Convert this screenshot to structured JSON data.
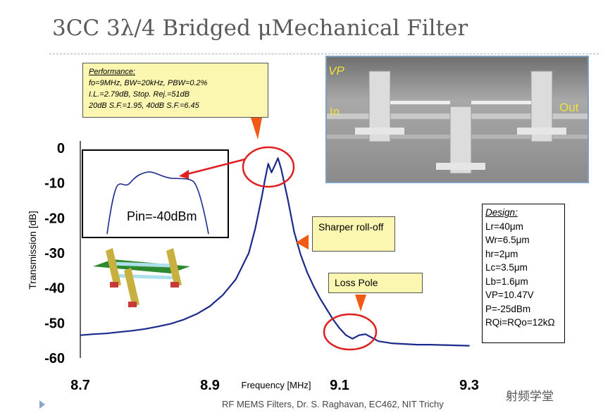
{
  "slide": {
    "title": "3CC 3λ/4 Bridged μMechanical Filter",
    "footer": "RF MEMS Filters, Dr. S. Raghavan, EC462, NIT Trichy",
    "watermark": "射频学堂"
  },
  "performance": {
    "heading": "Performance:",
    "line1": "fo=9MHz, BW=20kHz, PBW=0.2%",
    "line2": "I.L.=2.79dB, Stop. Rej.=51dB",
    "line3": "20dB S.F.=1.95, 40dB S.F.=6.45"
  },
  "annotations": {
    "sharper": "Sharper roll-off",
    "loss_pole": "Loss Pole"
  },
  "inset": {
    "label": "Pin=-40dBm"
  },
  "sem_image": {
    "label_vp": "VP",
    "label_in": "In",
    "label_out": "Out"
  },
  "design": {
    "heading": "Design:",
    "lines": [
      "Lr=40μm",
      "Wr=6.5μm",
      "hr=2μm",
      "Lc=3.5μm",
      "Lb=1.6μm",
      "VP=10.47V",
      "P=-25dBm",
      "RQi=RQo=12kΩ"
    ]
  },
  "colors": {
    "trace": "#1a2a8c",
    "callout_fill": "#fbf6b0",
    "highlight_ring": "#e02020",
    "arrow_marker": "#f05a14"
  },
  "chart_data": {
    "type": "line",
    "title": "",
    "xlabel": "Frequency [MHz]",
    "ylabel": "Transmission [dB]",
    "xlim": [
      8.7,
      9.3
    ],
    "ylim": [
      -60,
      0
    ],
    "xticks": [
      "8.7",
      "8.9",
      "9.1",
      "9.3"
    ],
    "yticks": [
      "0",
      "-10",
      "-20",
      "-30",
      "-40",
      "-50",
      "-60"
    ],
    "grid": false,
    "series": [
      {
        "name": "",
        "x": [
          8.7,
          8.72,
          8.74,
          8.76,
          8.78,
          8.8,
          8.82,
          8.84,
          8.86,
          8.88,
          8.9,
          8.92,
          8.94,
          8.96,
          8.97,
          8.98,
          8.985,
          8.99,
          8.995,
          9.0,
          9.005,
          9.01,
          9.02,
          9.03,
          9.04,
          9.05,
          9.06,
          9.07,
          9.08,
          9.09,
          9.1,
          9.11,
          9.12,
          9.13,
          9.14,
          9.15,
          9.16,
          9.18,
          9.2,
          9.22,
          9.24,
          9.26,
          9.28,
          9.3
        ],
        "y": [
          -53.5,
          -53.2,
          -53.0,
          -52.6,
          -52.2,
          -51.7,
          -51.0,
          -50.2,
          -49.0,
          -47.4,
          -45.2,
          -42.0,
          -37.5,
          -30.0,
          -23.0,
          -14.0,
          -9.0,
          -4.5,
          -7.0,
          -5.0,
          -2.9,
          -6.0,
          -14.5,
          -24.0,
          -30.5,
          -35.5,
          -39.5,
          -43.0,
          -46.0,
          -49.0,
          -51.5,
          -53.5,
          -54.5,
          -53.5,
          -53.2,
          -54.2,
          -55.2,
          -55.8,
          -56.0,
          -56.2,
          -56.2,
          -56.3,
          -56.4,
          -56.5
        ]
      }
    ]
  }
}
